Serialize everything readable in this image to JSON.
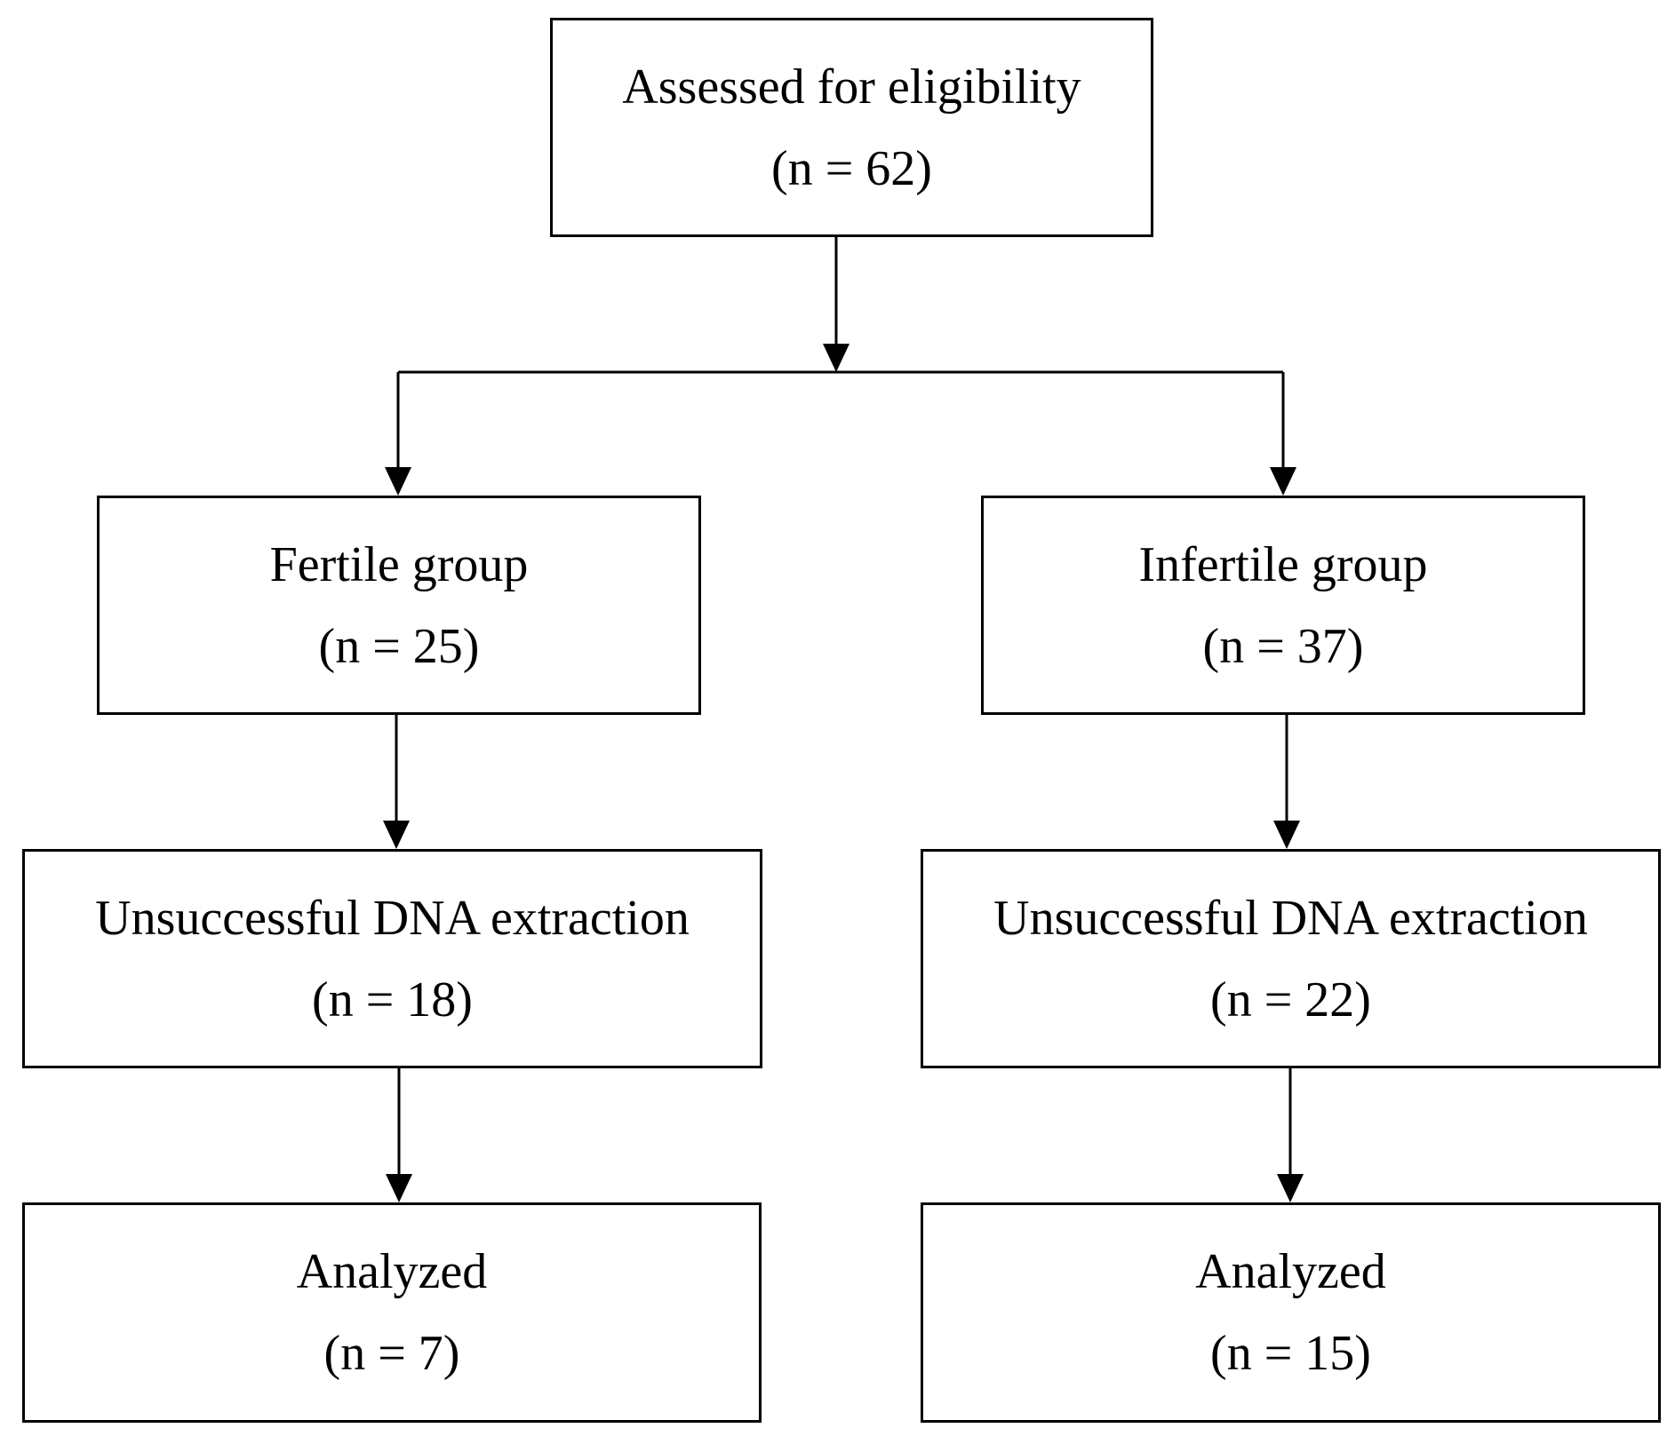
{
  "flowchart": {
    "assessed": {
      "title": "Assessed for eligibility",
      "count": "(n = 62)"
    },
    "fertile": {
      "title": "Fertile group",
      "count": "(n = 25)"
    },
    "infertile": {
      "title": "Infertile group",
      "count": "(n = 37)"
    },
    "fertile_dna_failed": {
      "title": "Unsuccessful DNA extraction",
      "count": "(n = 18)"
    },
    "infertile_dna_failed": {
      "title": "Unsuccessful DNA extraction",
      "count": "(n = 22)"
    },
    "fertile_analyzed": {
      "title": "Analyzed",
      "count": "(n = 7)"
    },
    "infertile_analyzed": {
      "title": "Analyzed",
      "count": "(n = 15)"
    }
  },
  "colors": {
    "line": "#000000",
    "background": "#ffffff"
  }
}
